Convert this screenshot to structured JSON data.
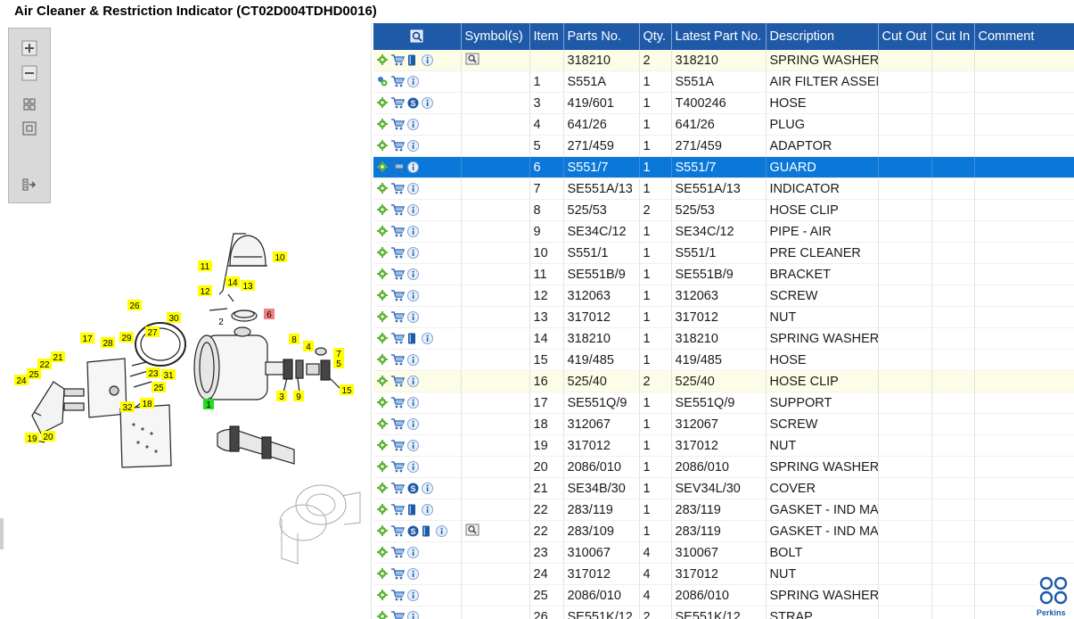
{
  "window": {
    "title": "Air Cleaner & Restriction Indicator (CT02D004TDHD0016)"
  },
  "toolbar": {
    "buttons": [
      "zoom-in-icon",
      "zoom-out-icon",
      "fit-grid-icon",
      "fit-page-icon",
      "export-icon"
    ]
  },
  "diagram": {
    "callouts": [
      {
        "label": "10",
        "hl": "yellow"
      },
      {
        "label": "11",
        "hl": "yellow"
      },
      {
        "label": "12",
        "hl": "yellow"
      },
      {
        "label": "14",
        "hl": "yellow"
      },
      {
        "label": "13",
        "hl": "yellow"
      },
      {
        "label": "2",
        "hl": "none"
      },
      {
        "label": "6",
        "hl": "red"
      },
      {
        "label": "26",
        "hl": "yellow"
      },
      {
        "label": "30",
        "hl": "yellow"
      },
      {
        "label": "17",
        "hl": "yellow"
      },
      {
        "label": "28",
        "hl": "yellow"
      },
      {
        "label": "29",
        "hl": "yellow"
      },
      {
        "label": "27",
        "hl": "yellow"
      },
      {
        "label": "8",
        "hl": "yellow"
      },
      {
        "label": "4",
        "hl": "yellow"
      },
      {
        "label": "7",
        "hl": "yellow"
      },
      {
        "label": "5",
        "hl": "yellow"
      },
      {
        "label": "22",
        "hl": "yellow"
      },
      {
        "label": "21",
        "hl": "yellow"
      },
      {
        "label": "25",
        "hl": "yellow"
      },
      {
        "label": "23",
        "hl": "yellow"
      },
      {
        "label": "31",
        "hl": "yellow"
      },
      {
        "label": "24",
        "hl": "yellow"
      },
      {
        "label": "25",
        "hl": "yellow"
      },
      {
        "label": "18",
        "hl": "yellow"
      },
      {
        "label": "32",
        "hl": "yellow"
      },
      {
        "label": "3",
        "hl": "yellow"
      },
      {
        "label": "9",
        "hl": "yellow"
      },
      {
        "label": "15",
        "hl": "yellow"
      },
      {
        "label": "1",
        "hl": "green"
      },
      {
        "label": "19",
        "hl": "yellow"
      },
      {
        "label": "20",
        "hl": "yellow"
      }
    ]
  },
  "table": {
    "headers": [
      "",
      "Symbol(s)",
      "Item",
      "Parts No.",
      "Qty.",
      "Latest Part No.",
      "Description",
      "Cut Out",
      "Cut In",
      "Comment"
    ],
    "rows": [
      {
        "icons": [
          "gear",
          "cart",
          "book",
          "info"
        ],
        "symbol": true,
        "item": "",
        "part": "318210",
        "qty": "2",
        "latest": "318210",
        "desc": "SPRING WASHER",
        "state": "hl"
      },
      {
        "icons": [
          "gear2",
          "cart",
          "info"
        ],
        "symbol": false,
        "item": "1",
        "part": "S551A",
        "qty": "1",
        "latest": "S551A",
        "desc": "AIR FILTER ASSEM",
        "state": ""
      },
      {
        "icons": [
          "gear",
          "cart",
          "s",
          "info"
        ],
        "symbol": false,
        "item": "3",
        "part": "419/601",
        "qty": "1",
        "latest": "T400246",
        "desc": "HOSE",
        "state": ""
      },
      {
        "icons": [
          "gear",
          "cart",
          "info"
        ],
        "symbol": false,
        "item": "4",
        "part": "641/26",
        "qty": "1",
        "latest": "641/26",
        "desc": "PLUG",
        "state": ""
      },
      {
        "icons": [
          "gear",
          "cart",
          "info"
        ],
        "symbol": false,
        "item": "5",
        "part": "271/459",
        "qty": "1",
        "latest": "271/459",
        "desc": "ADAPTOR",
        "state": ""
      },
      {
        "icons": [
          "gear",
          "cart",
          "info"
        ],
        "symbol": false,
        "item": "6",
        "part": "S551/7",
        "qty": "1",
        "latest": "S551/7",
        "desc": "GUARD",
        "state": "sel"
      },
      {
        "icons": [
          "gear",
          "cart",
          "info"
        ],
        "symbol": false,
        "item": "7",
        "part": "SE551A/13",
        "qty": "1",
        "latest": "SE551A/13",
        "desc": "INDICATOR",
        "state": ""
      },
      {
        "icons": [
          "gear",
          "cart",
          "info"
        ],
        "symbol": false,
        "item": "8",
        "part": "525/53",
        "qty": "2",
        "latest": "525/53",
        "desc": "HOSE CLIP",
        "state": ""
      },
      {
        "icons": [
          "gear",
          "cart",
          "info"
        ],
        "symbol": false,
        "item": "9",
        "part": "SE34C/12",
        "qty": "1",
        "latest": "SE34C/12",
        "desc": "PIPE - AIR",
        "state": ""
      },
      {
        "icons": [
          "gear",
          "cart",
          "info"
        ],
        "symbol": false,
        "item": "10",
        "part": "S551/1",
        "qty": "1",
        "latest": "S551/1",
        "desc": "PRE CLEANER",
        "state": ""
      },
      {
        "icons": [
          "gear",
          "cart",
          "info"
        ],
        "symbol": false,
        "item": "11",
        "part": "SE551B/9",
        "qty": "1",
        "latest": "SE551B/9",
        "desc": "BRACKET",
        "state": ""
      },
      {
        "icons": [
          "gear",
          "cart",
          "info"
        ],
        "symbol": false,
        "item": "12",
        "part": "312063",
        "qty": "1",
        "latest": "312063",
        "desc": "SCREW",
        "state": ""
      },
      {
        "icons": [
          "gear",
          "cart",
          "info"
        ],
        "symbol": false,
        "item": "13",
        "part": "317012",
        "qty": "1",
        "latest": "317012",
        "desc": "NUT",
        "state": ""
      },
      {
        "icons": [
          "gear",
          "cart",
          "book",
          "info"
        ],
        "symbol": false,
        "item": "14",
        "part": "318210",
        "qty": "1",
        "latest": "318210",
        "desc": "SPRING WASHER",
        "state": ""
      },
      {
        "icons": [
          "gear",
          "cart",
          "info"
        ],
        "symbol": false,
        "item": "15",
        "part": "419/485",
        "qty": "1",
        "latest": "419/485",
        "desc": "HOSE",
        "state": ""
      },
      {
        "icons": [
          "gear",
          "cart",
          "info"
        ],
        "symbol": false,
        "item": "16",
        "part": "525/40",
        "qty": "2",
        "latest": "525/40",
        "desc": "HOSE CLIP",
        "state": "hl"
      },
      {
        "icons": [
          "gear",
          "cart",
          "info"
        ],
        "symbol": false,
        "item": "17",
        "part": "SE551Q/9",
        "qty": "1",
        "latest": "SE551Q/9",
        "desc": "SUPPORT",
        "state": ""
      },
      {
        "icons": [
          "gear",
          "cart",
          "info"
        ],
        "symbol": false,
        "item": "18",
        "part": "312067",
        "qty": "1",
        "latest": "312067",
        "desc": "SCREW",
        "state": ""
      },
      {
        "icons": [
          "gear",
          "cart",
          "info"
        ],
        "symbol": false,
        "item": "19",
        "part": "317012",
        "qty": "1",
        "latest": "317012",
        "desc": "NUT",
        "state": ""
      },
      {
        "icons": [
          "gear",
          "cart",
          "info"
        ],
        "symbol": false,
        "item": "20",
        "part": "2086/010",
        "qty": "1",
        "latest": "2086/010",
        "desc": "SPRING WASHER",
        "state": ""
      },
      {
        "icons": [
          "gear",
          "cart",
          "s",
          "info"
        ],
        "symbol": false,
        "item": "21",
        "part": "SE34B/30",
        "qty": "1",
        "latest": "SEV34L/30",
        "desc": "COVER",
        "state": ""
      },
      {
        "icons": [
          "gear",
          "cart",
          "book",
          "info"
        ],
        "symbol": false,
        "item": "22",
        "part": "283/119",
        "qty": "1",
        "latest": "283/119",
        "desc": "GASKET - IND MAI",
        "state": ""
      },
      {
        "icons": [
          "gear",
          "cart",
          "s",
          "book",
          "info"
        ],
        "symbol": true,
        "item": "22",
        "part": "283/109",
        "qty": "1",
        "latest": "283/119",
        "desc": "GASKET - IND MAI",
        "state": ""
      },
      {
        "icons": [
          "gear",
          "cart",
          "info"
        ],
        "symbol": false,
        "item": "23",
        "part": "310067",
        "qty": "4",
        "latest": "310067",
        "desc": "BOLT",
        "state": ""
      },
      {
        "icons": [
          "gear",
          "cart",
          "info"
        ],
        "symbol": false,
        "item": "24",
        "part": "317012",
        "qty": "4",
        "latest": "317012",
        "desc": "NUT",
        "state": ""
      },
      {
        "icons": [
          "gear",
          "cart",
          "info"
        ],
        "symbol": false,
        "item": "25",
        "part": "2086/010",
        "qty": "4",
        "latest": "2086/010",
        "desc": "SPRING WASHER",
        "state": ""
      },
      {
        "icons": [
          "gear",
          "cart",
          "info"
        ],
        "symbol": false,
        "item": "26",
        "part": "SE551K/12",
        "qty": "2",
        "latest": "SE551K/12",
        "desc": "STRAP",
        "state": ""
      }
    ]
  },
  "brand": {
    "name": "Perkins",
    "accent": "#1e5aa8",
    "selection": "#0b77d8",
    "highlight": "#fdfde7"
  }
}
